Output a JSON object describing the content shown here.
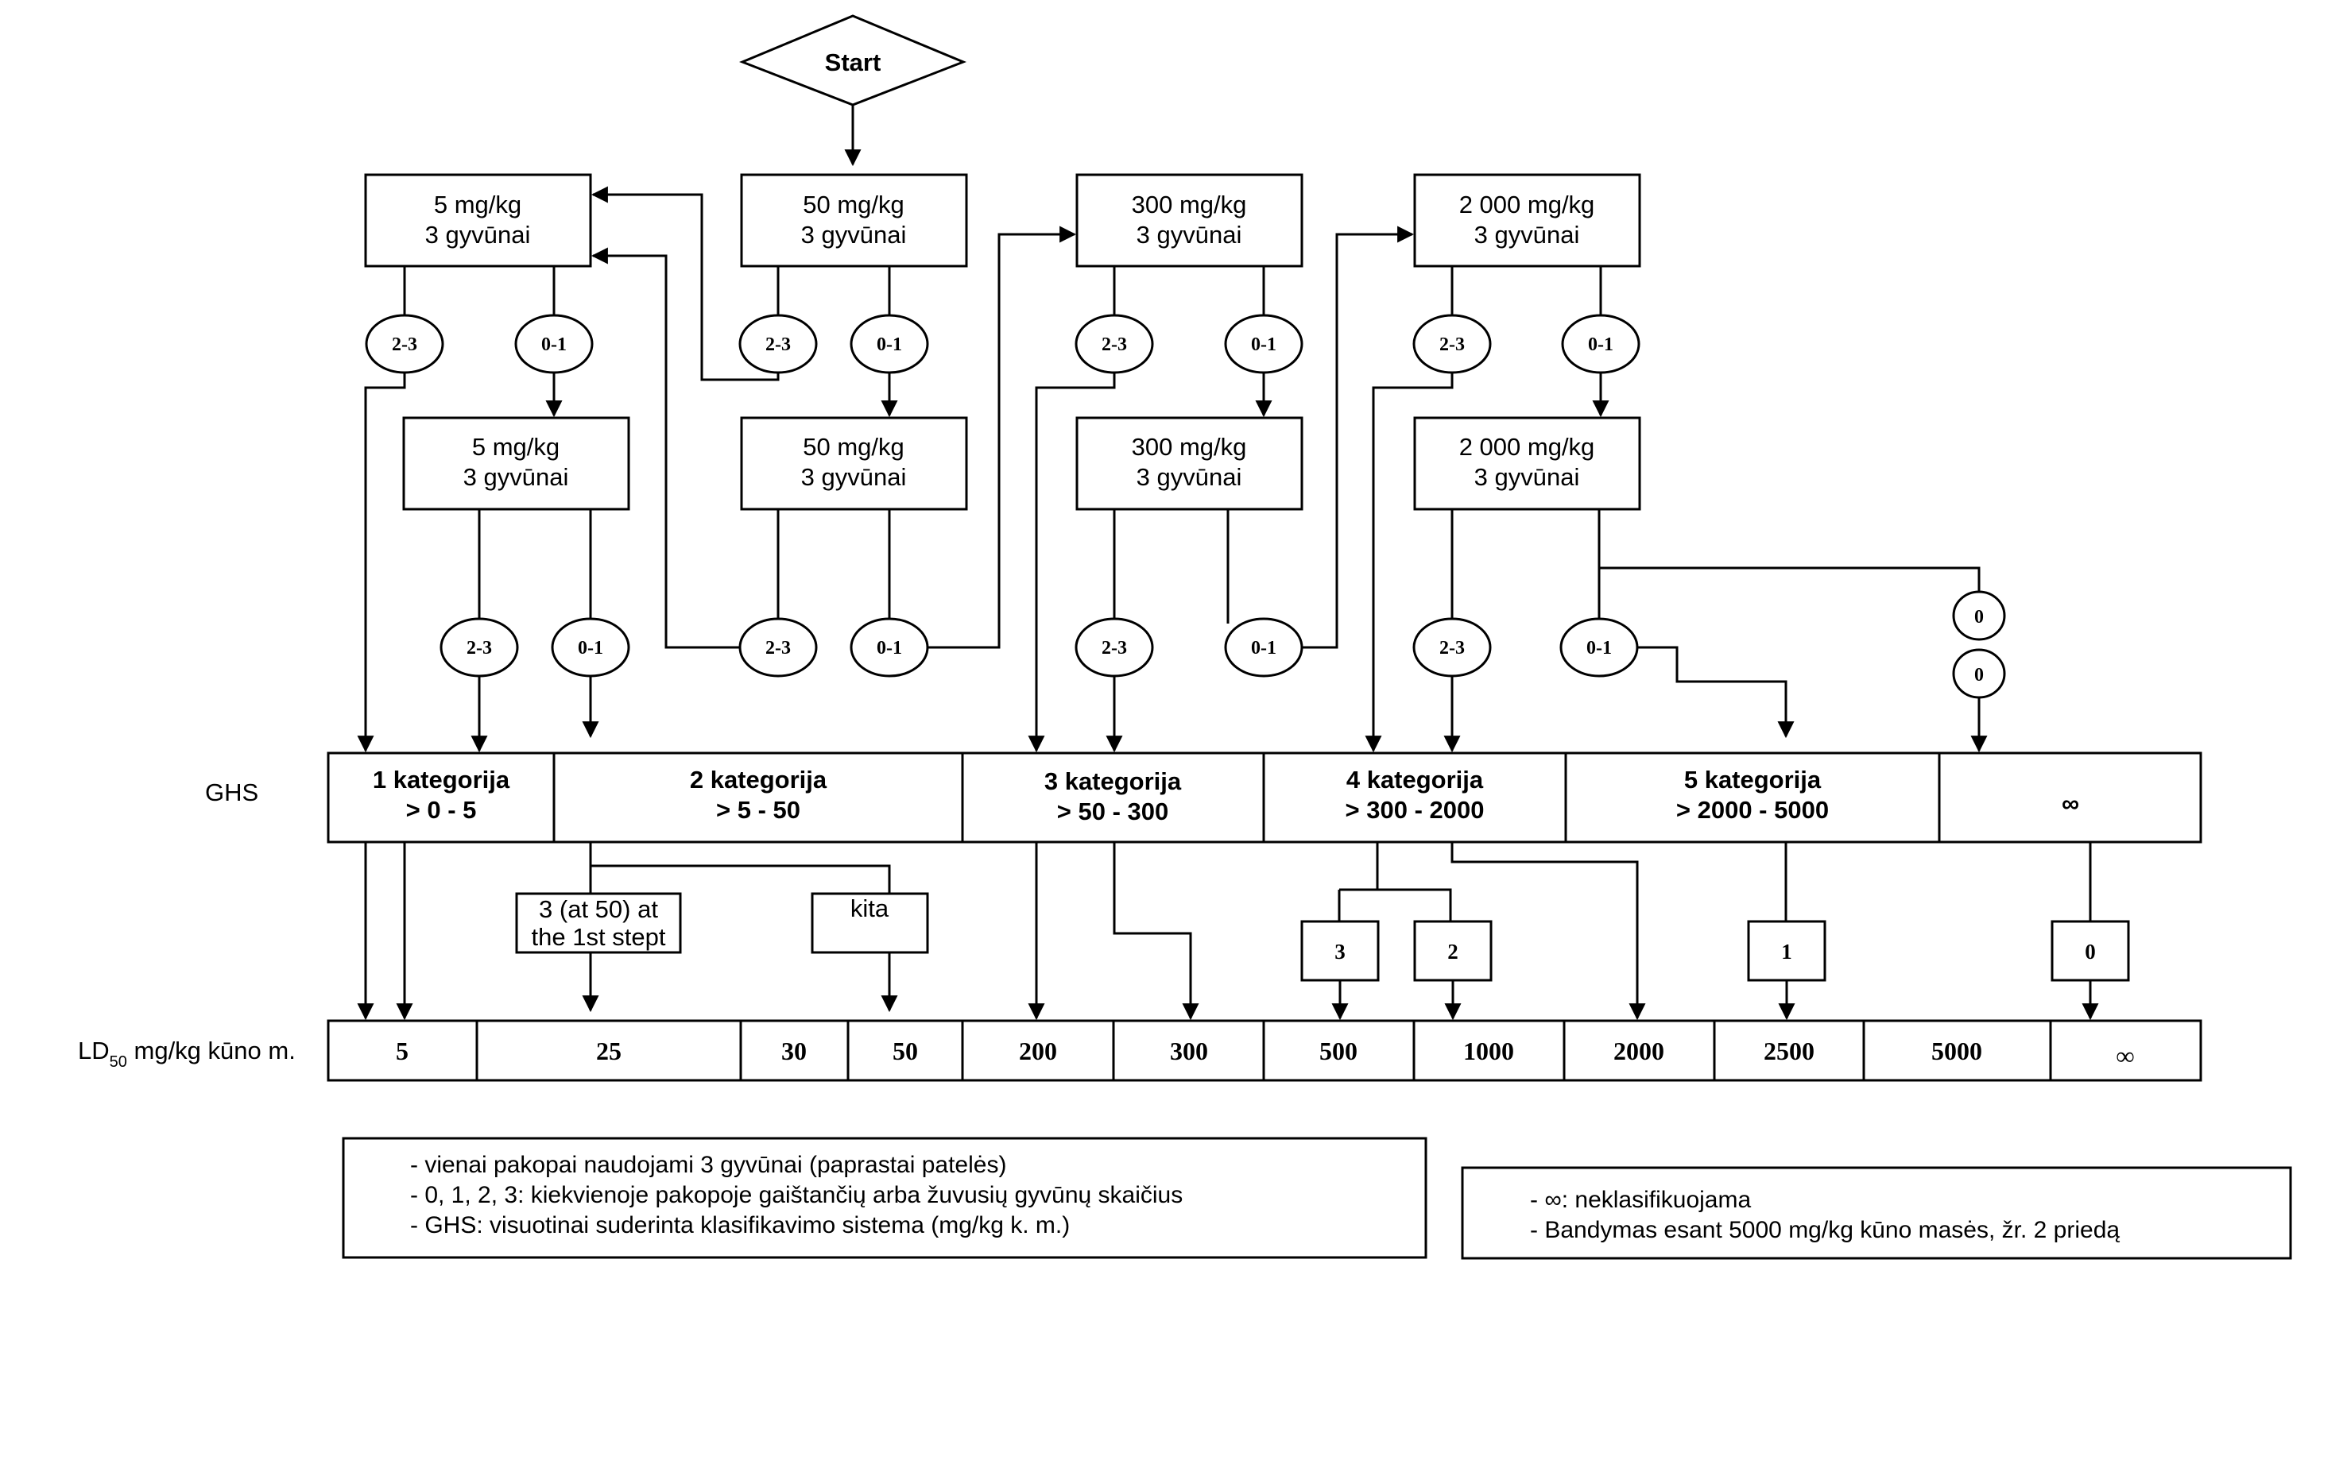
{
  "start": "Start",
  "dose_boxes": {
    "d5_top": {
      "dose": "5 mg/kg",
      "animals": "3 gyvūnai"
    },
    "d50_top": {
      "dose": "50 mg/kg",
      "animals": "3 gyvūnai"
    },
    "d300_top": {
      "dose": "300 mg/kg",
      "animals": "3 gyvūnai"
    },
    "d2000_top": {
      "dose": "2 000 mg/kg",
      "animals": "3 gyvūnai"
    },
    "d5_rep": {
      "dose": "5 mg/kg",
      "animals": "3 gyvūnai"
    },
    "d50_rep": {
      "dose": "50 mg/kg",
      "animals": "3 gyvūnai"
    },
    "d300_rep": {
      "dose": "300 mg/kg",
      "animals": "3 gyvūnai"
    },
    "d2000_rep": {
      "dose": "2 000 mg/kg",
      "animals": "3 gyvūnai"
    }
  },
  "outcome_labels": {
    "high": "2-3",
    "low": "0-1",
    "zero": "0"
  },
  "ghs_label": "GHS",
  "categories": [
    {
      "name": "1 kategorija",
      "range": "> 0 - 5"
    },
    {
      "name": "2 kategorija",
      "range": "> 5 - 50"
    },
    {
      "name": "3 kategorija",
      "range": "> 50 - 300"
    },
    {
      "name": "4 kategorija",
      "range": "> 300 - 2000"
    },
    {
      "name": "5 kategorija",
      "range": "> 2000 - 5000"
    },
    {
      "name": "",
      "range": "∞"
    }
  ],
  "sub_boxes": {
    "first_step_line1": "3 (at 50) at",
    "first_step_line2": "the 1st stept",
    "other": "kita",
    "n3": "3",
    "n2": "2",
    "n1": "1",
    "n0": "0"
  },
  "ld50_label": {
    "prefix": "LD",
    "subscript": "50",
    "suffix": " mg/kg kūno m."
  },
  "ld50_values": [
    "5",
    "25",
    "30",
    "50",
    "200",
    "300",
    "500",
    "1000",
    "2000",
    "2500",
    "5000",
    "∞"
  ],
  "legend_left": [
    "- vienai pakopai naudojami 3 gyvūnai (paprastai patelės)",
    "- 0, 1, 2, 3: kiekvienoje pakopoje gaištančių arba žuvusių gyvūnų skaičius",
    "- GHS: visuotinai suderinta klasifikavimo sistema (mg/kg k. m.)"
  ],
  "legend_right": [
    "- ∞: neklasifikuojama",
    "- Bandymas esant 5000 mg/kg kūno masės, žr. 2 priedą"
  ]
}
